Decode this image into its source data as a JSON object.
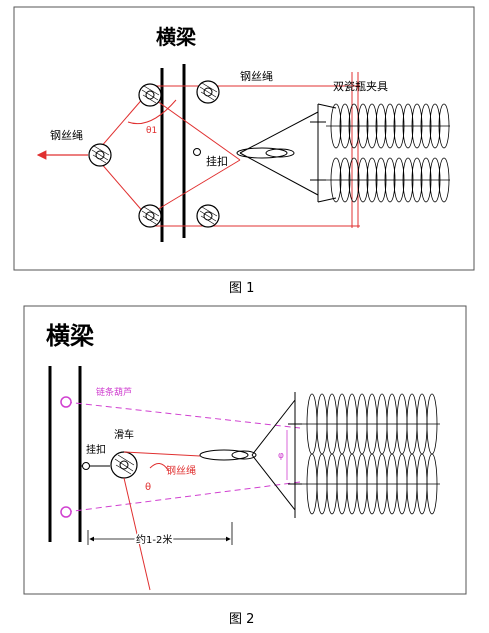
{
  "figure1": {
    "title": "横梁",
    "wire_rope_top": "钢丝绳",
    "wire_rope_left": "钢丝绳",
    "clamp": "双瓷瓶夹具",
    "hook": "挂扣",
    "angle": "θ1",
    "caption": "图 1"
  },
  "figure2": {
    "title": "横梁",
    "chain_hoist": "链条葫芦",
    "hook": "挂扣",
    "pulley": "滑车",
    "wire_rope": "钢丝绳",
    "angle": "θ",
    "phi": "φ",
    "distance": "约1-2米",
    "caption": "图 2"
  },
  "colors": {
    "line": "#000000",
    "rope": "#e03030",
    "chain": "#d040d0",
    "frame": "#555555"
  }
}
